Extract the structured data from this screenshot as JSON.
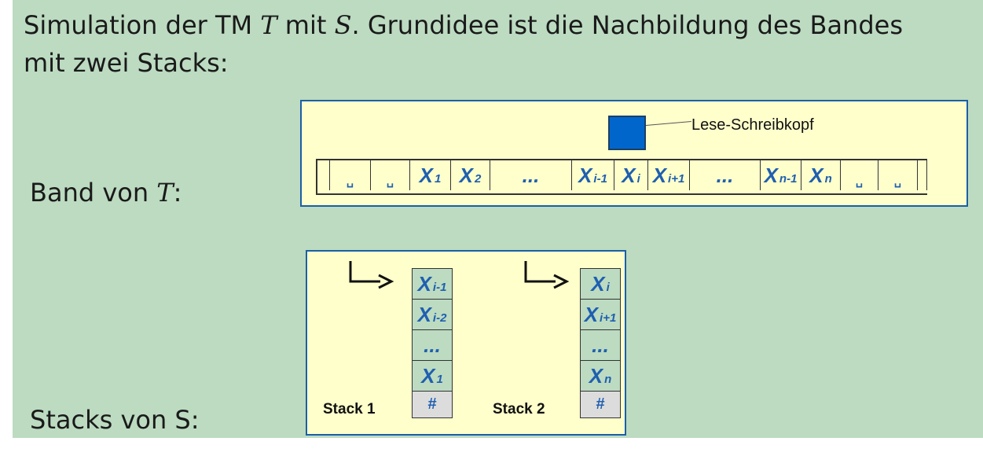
{
  "heading": {
    "part1": "Simulation der TM ",
    "sym_T": "T",
    "part2": " mit ",
    "sym_S": "S",
    "part3": ". Grundidee ist die Nachbildung des Bandes",
    "line2": "mit zwei Stacks:"
  },
  "band_label": {
    "text": "Band von ",
    "sym": "T",
    "colon": ":"
  },
  "stacks_label": "Stacks von S:",
  "band": {
    "head_label": "Lese-Schreibkopf",
    "cells": [
      {
        "main": "",
        "sub": "",
        "blank": false,
        "w": 16
      },
      {
        "main": "␣",
        "sub": "",
        "blank": true,
        "w": 52
      },
      {
        "main": "␣",
        "sub": "",
        "blank": true,
        "w": 50
      },
      {
        "main": "X",
        "sub": "1",
        "blank": false,
        "w": 52
      },
      {
        "main": "X",
        "sub": "2",
        "blank": false,
        "w": 50
      },
      {
        "main": "...",
        "sub": "",
        "blank": false,
        "w": 104
      },
      {
        "main": "X",
        "sub": "i-1",
        "blank": false,
        "w": 54
      },
      {
        "main": "X",
        "sub": "i",
        "blank": false,
        "w": 43
      },
      {
        "main": "X",
        "sub": "i+1",
        "blank": false,
        "w": 53
      },
      {
        "main": "...",
        "sub": "",
        "blank": false,
        "w": 90
      },
      {
        "main": "X",
        "sub": "n-1",
        "blank": false,
        "w": 52
      },
      {
        "main": "X",
        "sub": "n",
        "blank": false,
        "w": 50
      },
      {
        "main": "␣",
        "sub": "",
        "blank": true,
        "w": 48
      },
      {
        "main": "␣",
        "sub": "",
        "blank": true,
        "w": 50
      },
      {
        "main": "",
        "sub": "",
        "blank": false,
        "w": 12
      }
    ]
  },
  "stack1": {
    "label": "Stack 1",
    "cells": [
      {
        "main": "X",
        "sub": "i-1"
      },
      {
        "main": "X",
        "sub": "i-2"
      },
      {
        "main": "...",
        "sub": ""
      },
      {
        "main": "X",
        "sub": "1"
      }
    ],
    "bottom": "#"
  },
  "stack2": {
    "label": "Stack 2",
    "cells": [
      {
        "main": "X",
        "sub": "i"
      },
      {
        "main": "X",
        "sub": "i+1"
      },
      {
        "main": "...",
        "sub": ""
      },
      {
        "main": "X",
        "sub": "n"
      }
    ],
    "bottom": "#"
  },
  "colors": {
    "background": "#bcdbc1",
    "panel": "#ffffcc",
    "panel_border": "#1a5fa8",
    "head": "#0066cc",
    "cell_text": "#1f5fb0"
  }
}
